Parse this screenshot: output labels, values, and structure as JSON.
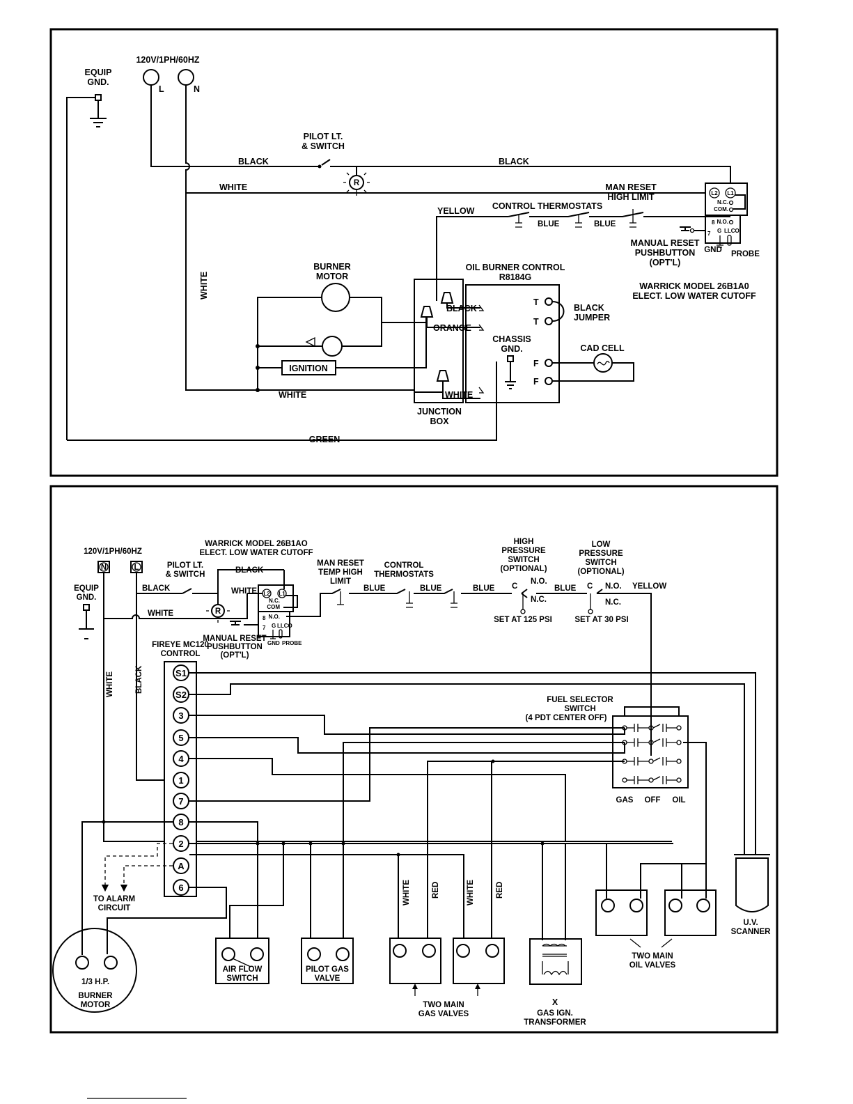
{
  "top": {
    "power": "120V/1PH/60HZ",
    "equip_gnd": [
      "EQUIP",
      "GND."
    ],
    "l": "L",
    "n": "N",
    "pilot": [
      "PILOT LT.",
      "& SWITCH"
    ],
    "r": "R",
    "black": "BLACK",
    "white": "WHITE",
    "yellow": "YELLOW",
    "orange": "ORANGE",
    "blue": "BLUE",
    "green": "GREEN",
    "control_thermostats": "CONTROL THERMOSTATS",
    "man_reset": [
      "MAN RESET",
      "HIGH LIMIT"
    ],
    "manual_reset_pb": [
      "MANUAL RESET",
      "PUSHBUTTON",
      "(OPT'L)"
    ],
    "warrick": [
      "WARRICK MODEL 26B1A0",
      "ELECT. LOW WATER CUTOFF"
    ],
    "burner_motor": [
      "BURNER",
      "MOTOR"
    ],
    "ignition": "IGNITION",
    "junction_box": [
      "JUNCTION",
      "BOX"
    ],
    "oil_burner_control": [
      "OIL BURNER CONTROL",
      "R8184G"
    ],
    "chassis_gnd": [
      "CHASSIS",
      "GND."
    ],
    "black_jumper": [
      "BLACK",
      "JUMPER"
    ],
    "cad_cell": "CAD CELL",
    "t": "T",
    "f": "F",
    "gnd": "GND",
    "probe": "PROBE",
    "lwco": {
      "l2": "L2",
      "l1": "L1",
      "nc": "N.C.",
      "com": "COM.",
      "no": "N.O.",
      "t8": "8",
      "t7": "7",
      "g": "G",
      "llco": "LLCO"
    }
  },
  "bottom": {
    "power": "120V/1PH/60HZ",
    "n": "N",
    "l": "L",
    "equip_gnd": [
      "EQUIP",
      "GND."
    ],
    "pilot": [
      "PILOT LT.",
      "& SWITCH"
    ],
    "r": "R",
    "warrick": [
      "WARRICK MODEL 26B1AO",
      "ELECT. LOW WATER CUTOFF"
    ],
    "black": "BLACK",
    "white": "WHITE",
    "blue": "BLUE",
    "yellow": "YELLOW",
    "red": "RED",
    "man_reset": [
      "MAN RESET",
      "TEMP HIGH",
      "LIMIT"
    ],
    "control_thermostats": [
      "CONTROL",
      "THERMOSTATS"
    ],
    "high_pressure": [
      "HIGH",
      "PRESSURE",
      "SWITCH",
      "(OPTIONAL)"
    ],
    "low_pressure": [
      "LOW",
      "PRESSURE",
      "SWITCH",
      "(OPTIONAL)"
    ],
    "c": "C",
    "no": "N.O.",
    "nc": "N.C.",
    "set125": "SET AT 125 PSI",
    "set30": "SET AT 30 PSI",
    "manual_reset_pb": [
      "MANUAL RESET",
      "PUSHBUTTON",
      "(OPT'L)"
    ],
    "gnd": "GND",
    "probe": "PROBE",
    "fireye": [
      "FIREYE MC120",
      "CONTROL"
    ],
    "terminals": [
      "S1",
      "S2",
      "3",
      "5",
      "4",
      "1",
      "7",
      "8",
      "2",
      "A",
      "6"
    ],
    "fuel_selector": [
      "FUEL SELECTOR",
      "SWITCH",
      "(4 PDT CENTER OFF)"
    ],
    "gas": "GAS",
    "off": "OFF",
    "oil": "OIL",
    "alarm": [
      "TO ALARM",
      "CIRCUIT"
    ],
    "burner_motor": [
      "1/3 H.P.",
      "BURNER",
      "MOTOR"
    ],
    "air_flow": [
      "AIR FLOW",
      "SWITCH"
    ],
    "pilot_gas": [
      "PILOT GAS",
      "VALVE"
    ],
    "two_main_gas": [
      "TWO MAIN",
      "GAS VALVES"
    ],
    "gas_ign": [
      "X",
      "GAS IGN.",
      "TRANSFORMER"
    ],
    "two_main_oil": [
      "TWO MAIN",
      "OIL VALVES"
    ],
    "uv": [
      "U.V.",
      "SCANNER"
    ],
    "lwco": {
      "l2": "L2",
      "l1": "L1",
      "nc": "N.C.",
      "com": "COM",
      "no": "N.O.",
      "t8": "8",
      "t7": "7",
      "g": "G",
      "llco": "LLCO"
    }
  }
}
